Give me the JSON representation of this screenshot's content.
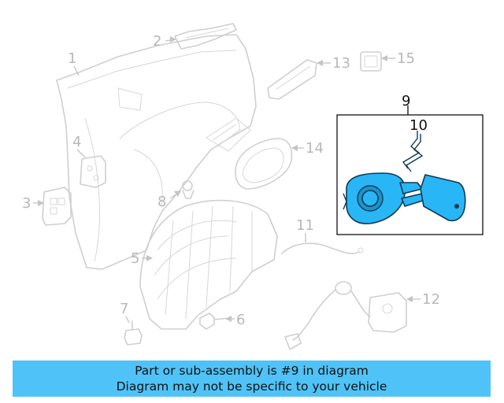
{
  "callouts": {
    "c1": "1",
    "c2": "2",
    "c3": "3",
    "c4": "4",
    "c5": "5",
    "c6": "6",
    "c7": "7",
    "c8": "8",
    "c9": "9",
    "c10": "10",
    "c11": "11",
    "c12": "12",
    "c13": "13",
    "c14": "14",
    "c15": "15"
  },
  "highlight": {
    "part_number": "9",
    "color": "#29b6f6"
  },
  "banner": {
    "line1": "Part or sub-assembly is #9 in diagram",
    "line2": "Diagram may not be specific to your vehicle",
    "background": "#4fc3f7"
  }
}
